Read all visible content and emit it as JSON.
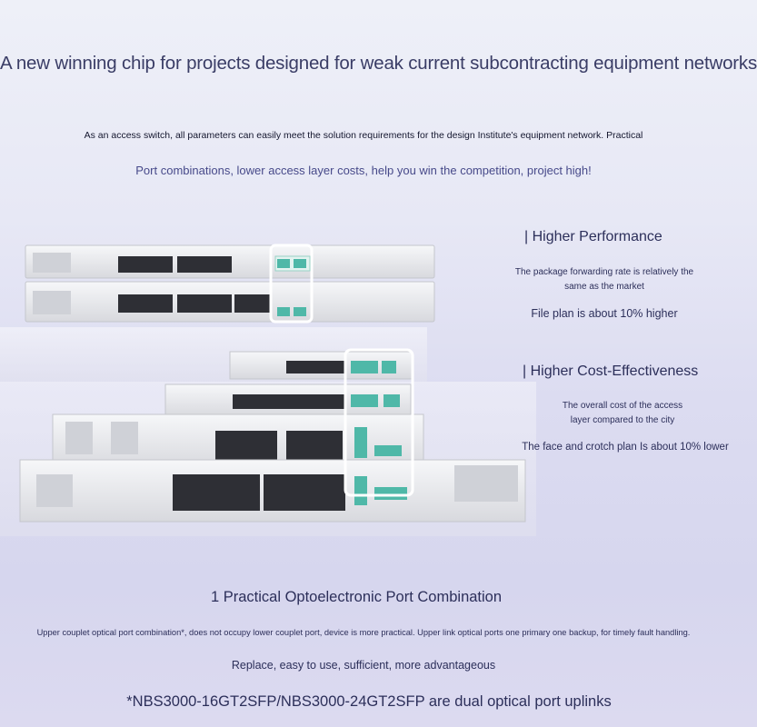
{
  "header": {
    "title": "A new winning chip for projects designed for weak current subcontracting equipment networks",
    "subtitle_line1": "As an access switch, all parameters can easily meet the solution requirements for the design Institute's equipment network. Practical",
    "subtitle_line2": "Port combinations, lower access layer costs, help you win the competition, project high!"
  },
  "features": [
    {
      "heading": "| Higher Performance",
      "detail_line1": "The package forwarding rate is relatively the",
      "detail_line2": "same as the market",
      "highlight": "File plan is about 10% higher"
    },
    {
      "heading": "| Higher Cost-Effectiveness",
      "detail_line1": "The overall cost of the access",
      "detail_line2": "layer compared to the city",
      "highlight": "The face and crotch plan Is about 10% lower"
    }
  ],
  "bottom": {
    "heading": "1 Practical Optoelectronic Port Combination",
    "description": "Upper couplet optical port combination*, does not occupy lower couplet port, device is more practical. Upper link optical ports one primary one backup, for timely fault handling.",
    "tagline": "Replace, easy to use, sufficient, more advantageous",
    "footnote": "*NBS3000-16GT2SFP/NBS3000-24GT2SFP are dual optical port uplinks"
  },
  "colors": {
    "accent_highlight": "#ffffff",
    "port_teal": "#4fb8a8",
    "device_body": "#e9eaee"
  }
}
